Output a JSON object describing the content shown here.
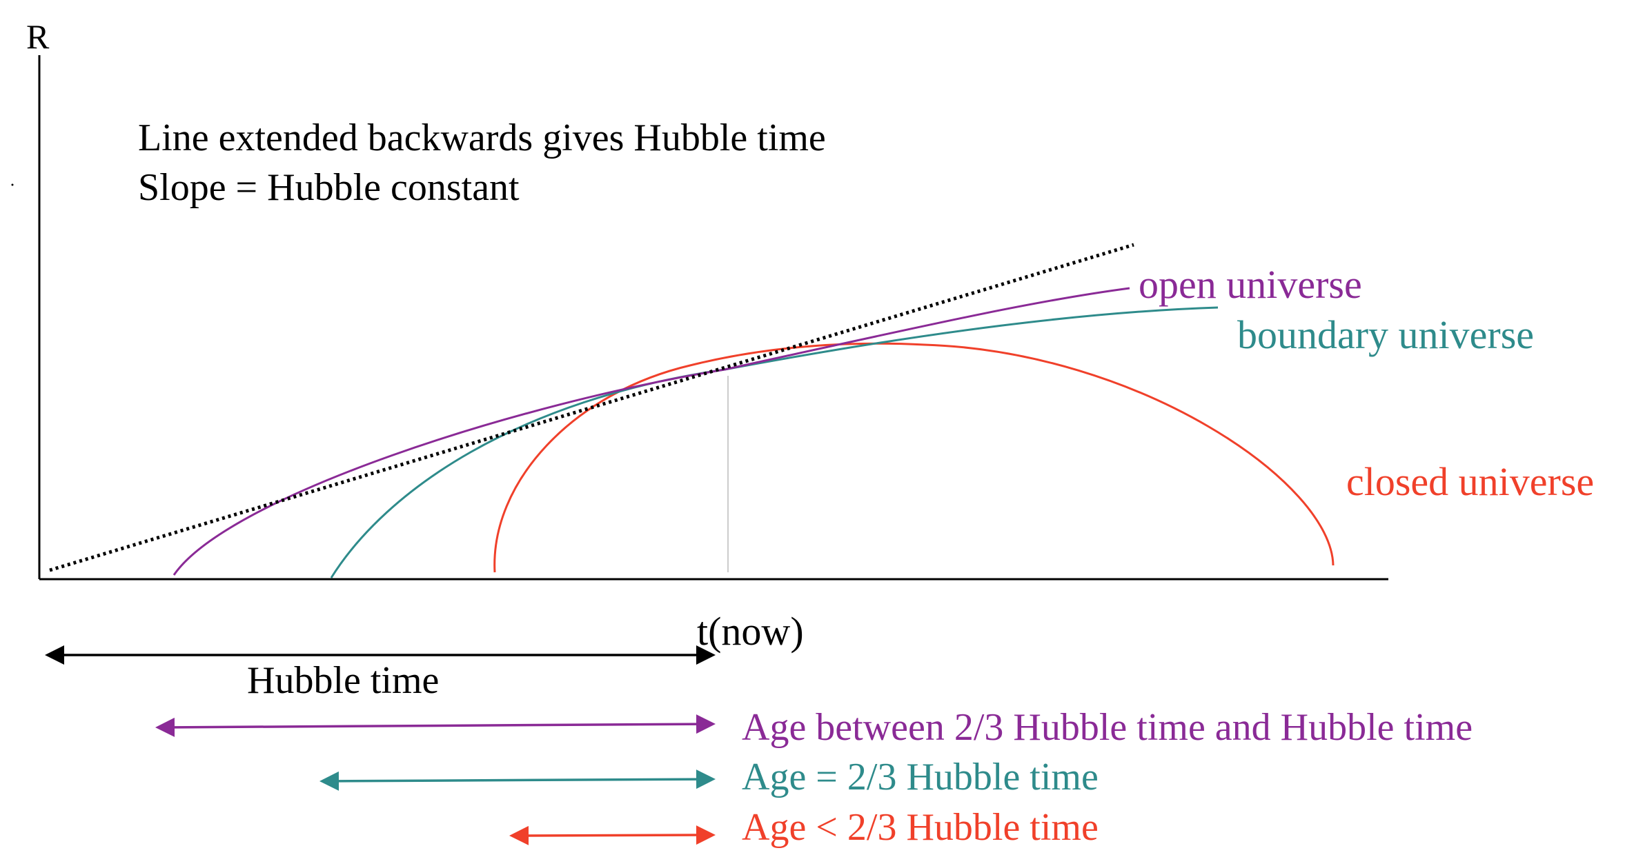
{
  "axes": {
    "y_label": "R",
    "x_label": "t(now)"
  },
  "notes": {
    "line1": "Line extended backwards gives Hubble time",
    "line2": "Slope = Hubble constant"
  },
  "curves": {
    "open": {
      "label": "open universe",
      "color": "#8a2a96"
    },
    "boundary": {
      "label": "boundary universe",
      "color": "#2e8b8b"
    },
    "closed": {
      "label": "closed universe",
      "color": "#f0402a"
    }
  },
  "arrows": {
    "hubble": {
      "label": "Hubble time",
      "color": "#000000"
    },
    "open_age": {
      "label": "Age between 2/3 Hubble time and Hubble time",
      "color": "#8a2a96"
    },
    "boundary_age": {
      "label": "Age = 2/3 Hubble time",
      "color": "#2e8b8b"
    },
    "closed_age": {
      "label": "Age < 2/3 Hubble time",
      "color": "#f0402a"
    }
  },
  "colors": {
    "axis": "#000000",
    "tangent": "#000000",
    "now_marker": "#cccccc"
  }
}
